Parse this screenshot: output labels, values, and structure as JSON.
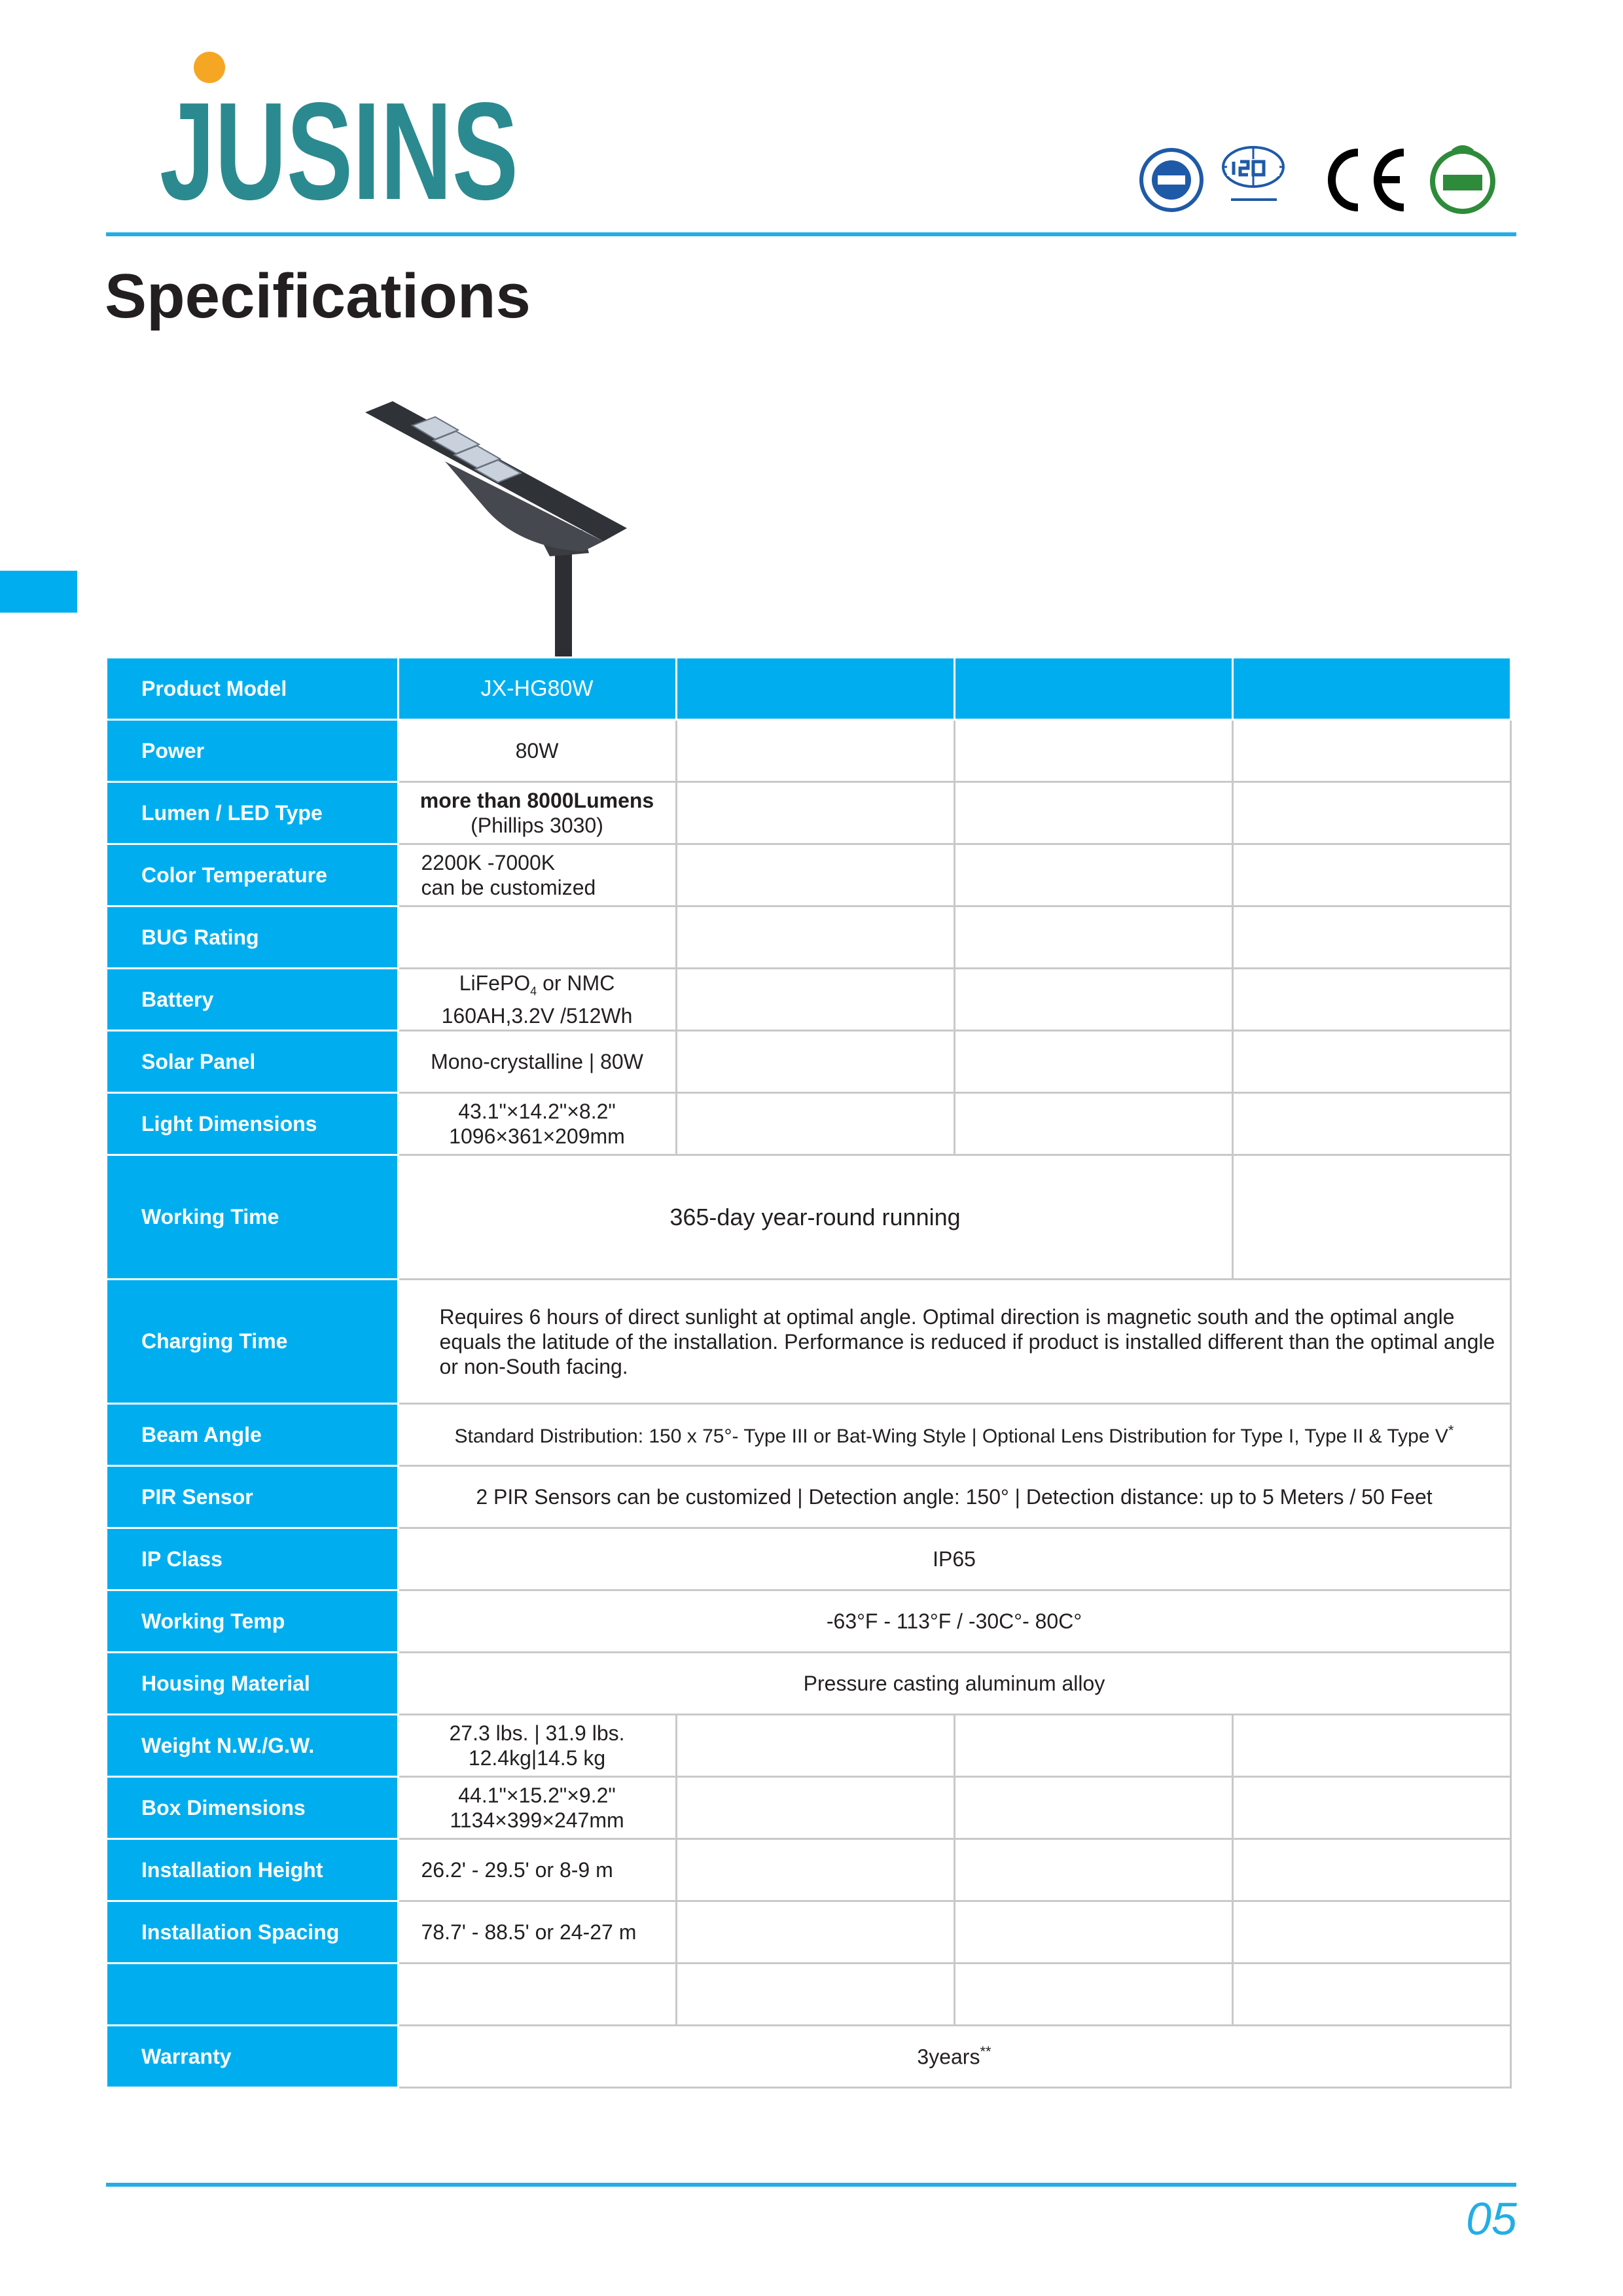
{
  "brand": {
    "logo_text": "JUSINS",
    "dot_color": "#f5a623",
    "text_color": "#2b8a8f"
  },
  "certifications": [
    "iso-9001-badge",
    "iso-iec-17065-badge",
    "ce-mark",
    "rohs-badge"
  ],
  "page_title": "Specifications",
  "accent_color": "#00aeef",
  "table": {
    "product_model": {
      "label": "Product Model",
      "value": "JX-HG80W"
    },
    "power": {
      "label": "Power",
      "value": "80W"
    },
    "lumen": {
      "label": "Lumen / LED Type",
      "line1": "more than 8000Lumens",
      "line2": "(Phillips 3030)"
    },
    "color_temp": {
      "label": "Color Temperature",
      "line1": "2200K -7000K",
      "line2": "can be customized"
    },
    "bug_rating": {
      "label": "BUG Rating"
    },
    "battery": {
      "label": "Battery",
      "line1_a": "LiFePO",
      "line1_sub": "4",
      "line1_b": " or  NMC",
      "line2": "160AH,3.2V /512Wh"
    },
    "solar_panel": {
      "label": "Solar Panel",
      "value": "Mono-crystalline  |  80W"
    },
    "light_dimensions": {
      "label": "Light Dimensions",
      "line1": "43.1\"×14.2\"×8.2\"",
      "line2": "1096×361×209mm"
    },
    "working_time": {
      "label": "Working Time",
      "value": "365-day year-round running"
    },
    "charging_time": {
      "label": "Charging Time",
      "value": "Requires 6 hours of direct sunlight at optimal angle. Optimal direction is magnetic south and the optimal angle equals the latitude of the installation. Performance is reduced if product is installed different than the optimal angle or non-South facing."
    },
    "beam_angle": {
      "label": "Beam Angle",
      "value": "Standard Distribution: 150 x 75°- Type III or Bat-Wing Style  | Optional  Lens Distribution for Type I, Type II & Type V",
      "mark": "*"
    },
    "pir_sensor": {
      "label": "PIR Sensor",
      "value": "2 PIR Sensors can be customized | Detection angle: 150° | Detection distance: up to 5 Meters / 50 Feet"
    },
    "ip_class": {
      "label": "IP Class",
      "value": "IP65"
    },
    "working_temp": {
      "label": "Working Temp",
      "value": "-63°F - 113°F / -30C°-  80C°"
    },
    "housing": {
      "label": "Housing Material",
      "value": "Pressure casting aluminum alloy"
    },
    "weight": {
      "label": "Weight N.W./G.W.",
      "line1": "27.3 lbs. | 31.9 lbs.",
      "line2": "12.4kg|14.5 kg"
    },
    "box_dimensions": {
      "label": "Box Dimensions",
      "line1": "44.1\"×15.2\"×9.2\"",
      "line2": "1134×399×247mm"
    },
    "install_height": {
      "label": "Installation Height",
      "value": "26.2' - 29.5' or 8-9 m"
    },
    "install_spacing": {
      "label": "Installation Spacing",
      "value": "78.7' - 88.5' or 24-27 m"
    },
    "warranty": {
      "label": "Warranty",
      "value": "3years",
      "mark": "**"
    }
  },
  "page_number": "05"
}
